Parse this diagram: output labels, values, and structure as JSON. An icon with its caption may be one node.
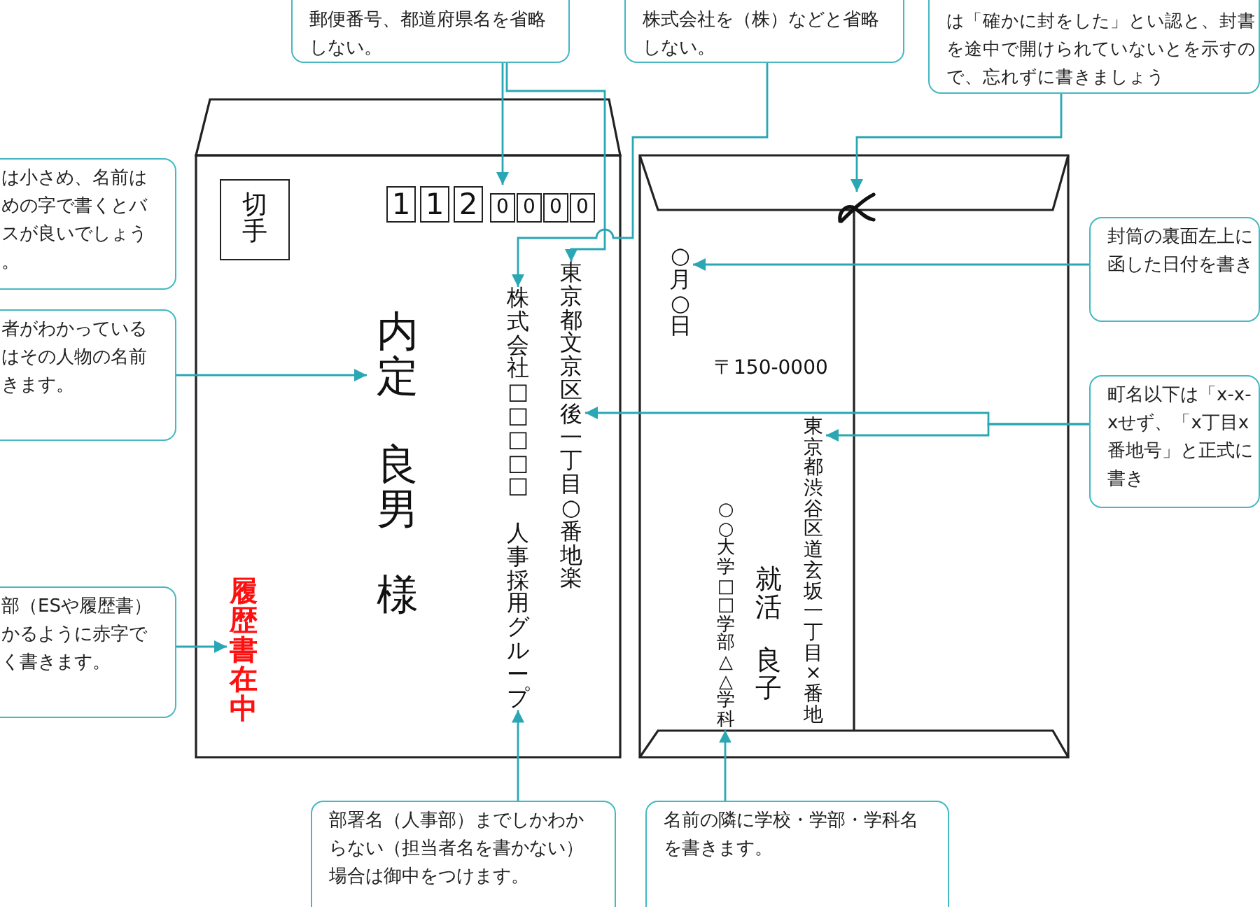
{
  "diagram": {
    "nodes": [
      {
        "text": [
          "郵便番号、都道府県名を省略しない。"
        ]
      },
      {
        "text": [
          "株式会社を（株）などと省略しない。"
        ]
      },
      {
        "text": [
          "は「確かに封をした」とい認と、封書を途中で開けられていないとを示すので、忘れずに書きましょう"
        ]
      },
      {
        "text": [
          "は小さめ、名前はめの字で書くとバスが良いでしょう。"
        ]
      },
      {
        "text": [
          "者がわかっているはその人物の名前きます。"
        ]
      },
      {
        "text": [
          "部（ESや履歴書）かるように赤字でく書きます。"
        ]
      },
      {
        "text": [],
        "shape": "box"
      },
      {
        "text": [
          "切手"
        ],
        "in": 6
      },
      {
        "text": [
          "1",
          "1",
          "2",
          "0",
          "0",
          "0",
          "0"
        ],
        "in": 6
      },
      {
        "text": [
          "東京都文京区後一丁目○番地楽"
        ],
        "in": 6
      },
      {
        "text": [
          "株式会社□□□□□　人事採用グループ"
        ],
        "in": 6
      },
      {
        "text": [
          "内定",
          "良男",
          "様"
        ],
        "in": 6
      },
      {
        "text": [
          "履歴書在中"
        ],
        "in": 6
      },
      {
        "text": [],
        "shape": "box"
      },
      {
        "text": [],
        "shape": "picture",
        "in": 13
      },
      {
        "text": [
          "○月○日"
        ],
        "in": 13
      },
      {
        "text": [
          "〒150-0000"
        ],
        "in": 13
      },
      {
        "text": [
          "東京都渋谷区道玄坂一丁目×番地"
        ],
        "in": 13
      },
      {
        "text": [
          "就活",
          "良子"
        ],
        "in": 13
      },
      {
        "text": [
          "○○大学□□学部△△学科"
        ],
        "in": 13
      },
      {
        "text": [
          "封筒の裏面左上に函した日付を書き"
        ]
      },
      {
        "text": [
          "町名以下は「x-x-xせず、「x丁目x番地号」と正式に書き"
        ]
      },
      {
        "text": [
          "部署名（人事部）までしかわからない（担当者名を書かない）場合は御中をつけます。"
        ]
      },
      {
        "text": [
          "名前の隣に学校・学部・学科名を書きます。"
        ]
      }
    ],
    "edges": [
      {
        "from": 0,
        "to": 8,
        "arrow": "to"
      },
      {
        "from": 0,
        "to": 9,
        "arrow": "to"
      },
      {
        "from": 1,
        "to": 10,
        "arrow": "to"
      },
      {
        "from": 2,
        "to": 14,
        "arrow": "to"
      },
      {
        "from": 4,
        "to": 11,
        "arrow": "to"
      },
      {
        "from": 5,
        "to": 12,
        "arrow": "to"
      },
      {
        "from": 22,
        "to": 10,
        "arrow": "to"
      },
      {
        "from": 23,
        "to": 19,
        "arrow": "to"
      },
      {
        "from": 20,
        "to": 15,
        "arrow": "to"
      },
      {
        "from": 21,
        "to": 17,
        "arrow": "to"
      },
      {
        "from": 21,
        "to": 9,
        "arrow": "to"
      }
    ]
  }
}
